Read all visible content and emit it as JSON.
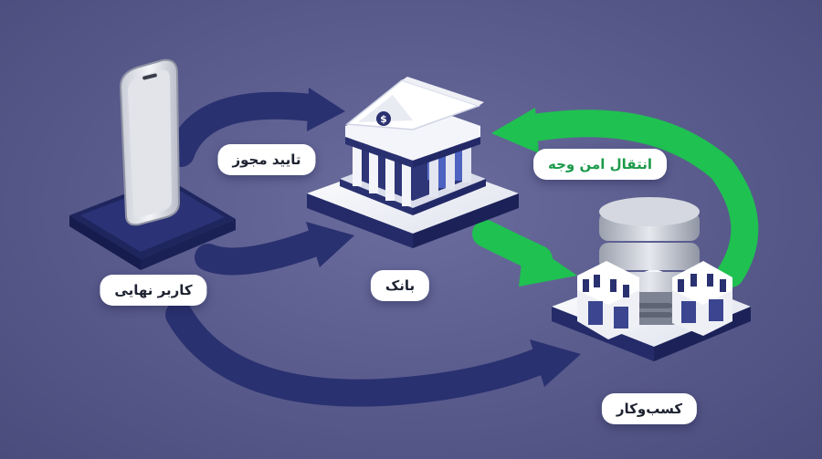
{
  "labels": {
    "end_user": "کاربر نهایی",
    "auth_approval": "تایید مجوز",
    "bank": "بانک",
    "secure_transfer": "انتقال امن وجه",
    "business": "کسب‌وکار"
  },
  "colors": {
    "background": "#585a8b",
    "navy_arrow": "#2a3170",
    "green_arrow": "#1fc151",
    "platform_top": "#f2f3f8",
    "platform_base": "#242b68"
  },
  "icons": {
    "end_user": "smartphone-icon",
    "bank": "bank-building-icon",
    "business": "storefront-server-icon"
  }
}
